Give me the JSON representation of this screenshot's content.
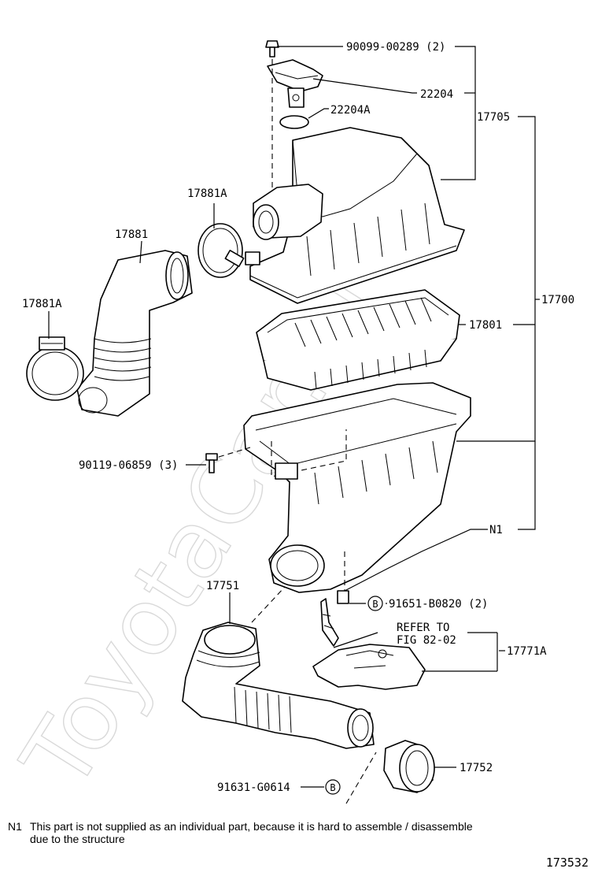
{
  "watermark": "ToyotaCar.ru",
  "labels": {
    "screw_90099": "90099-00289 (2)",
    "sensor_22204": "22204",
    "gasket_22204a": "22204A",
    "cap_17705": "17705",
    "clamp_17881a_top": "17881A",
    "hose_17881": "17881",
    "clamp_17881a_left": "17881A",
    "cleaner_17700": "17700",
    "element_17801": "17801",
    "bolt_90119": "90119-06859 (3)",
    "note_n1": "N1",
    "hose_17751": "17751",
    "bolt_91651": "91651-B0820 (2)",
    "refer_line1": "REFER TO",
    "refer_line2": "FIG 82-02",
    "bracket_17771a": "17771A",
    "grommet_17752": "17752",
    "bolt_91631": "91631-G0614"
  },
  "badges": {
    "b1": "B",
    "b2": "B"
  },
  "footnote": {
    "key": "N1",
    "line1": "This part is not supplied as an individual part, because it is hard to assemble / disassemble",
    "line2": "due to the structure"
  },
  "figure_number": "173532"
}
